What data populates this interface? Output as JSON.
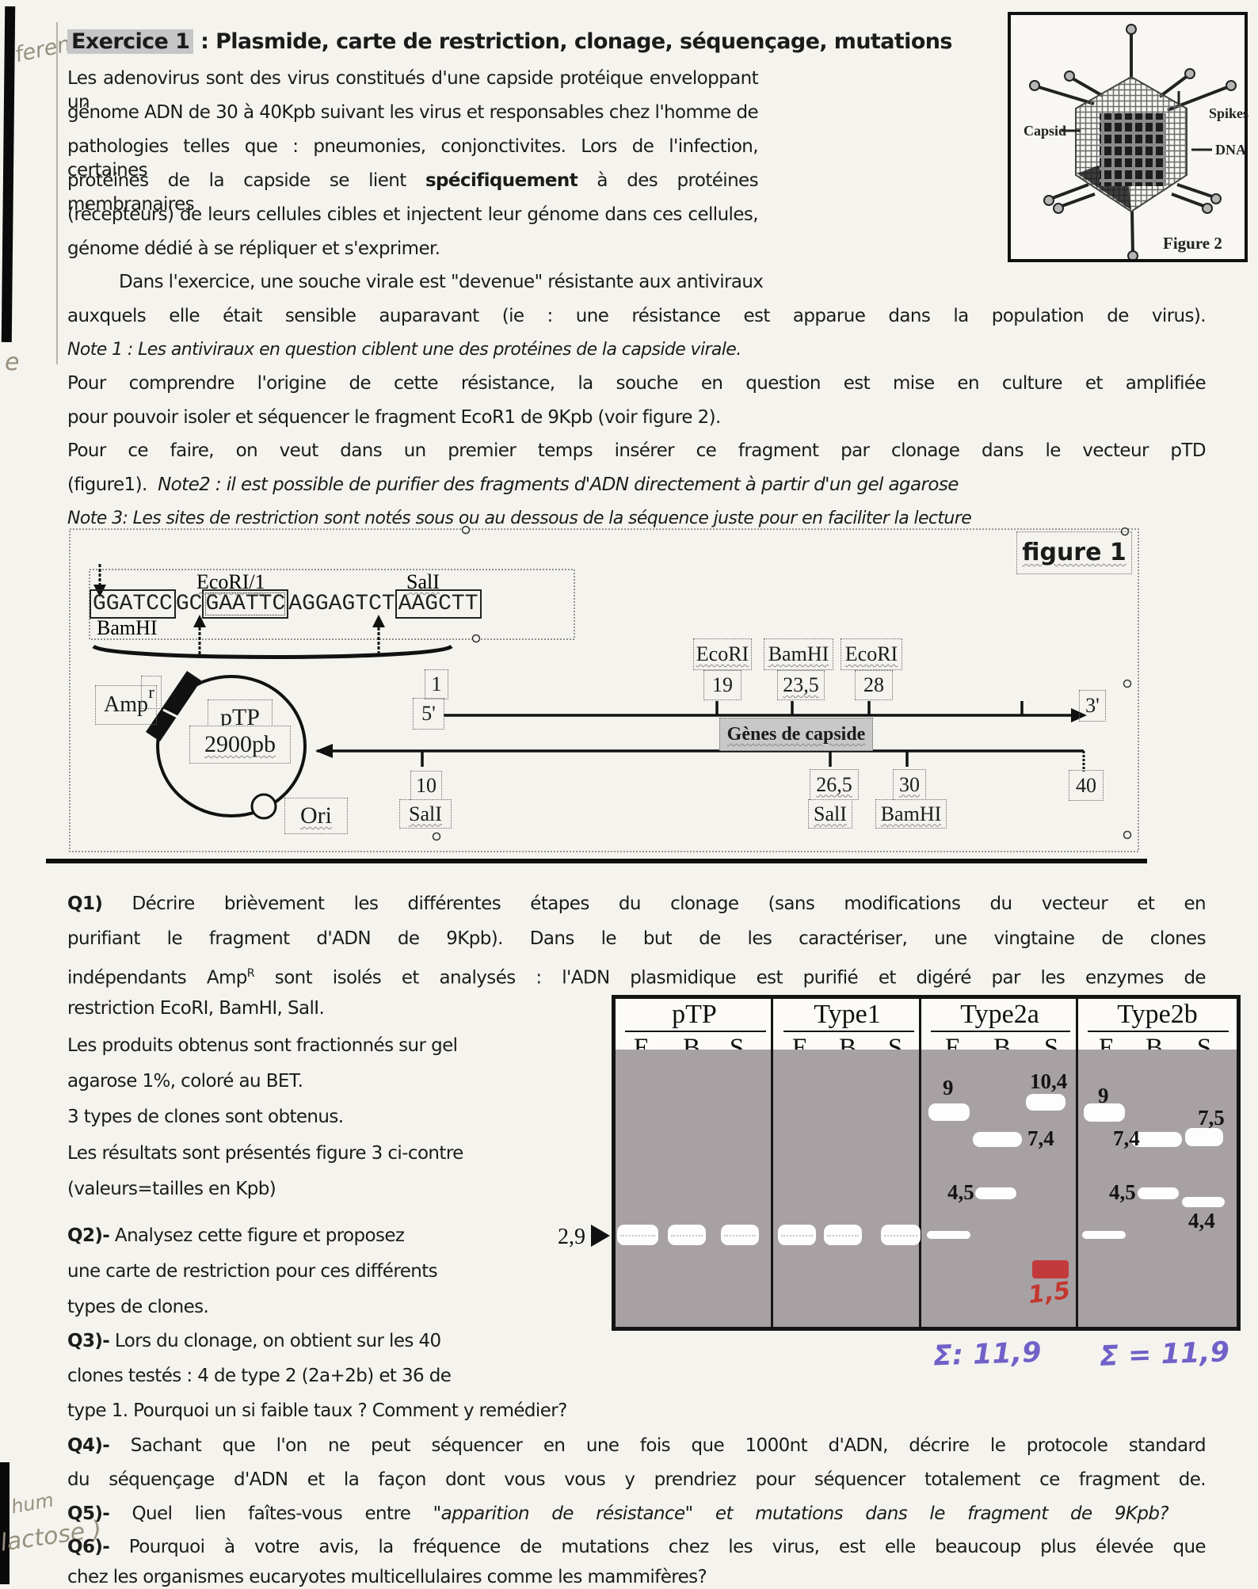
{
  "handwriting": {
    "top_left": "ferentes.",
    "left_edge": "e",
    "bottom_1": "hum",
    "bottom_2": "lactose )",
    "red_band_value": "1,5",
    "sum_2a": "Σ: 11,9",
    "sum_2b": "Σ = 11,9"
  },
  "title": [
    {
      "t": "Exercice 1",
      "b": true,
      "hl": true
    },
    {
      "t": " : Plasmide, carte de restriction, clonage, séquençage, mutations",
      "b": true
    }
  ],
  "intro": {
    "l1": [
      {
        "t": "Les adenovirus sont des virus constitués d'une capside protéique enveloppant un"
      }
    ],
    "l2": [
      {
        "t": "génome ADN de 30 à 40Kpb suivant les virus et responsables chez l'homme de"
      }
    ],
    "l3": [
      {
        "t": "pathologies telles que : pneumonies, conjonctivites. Lors de l'infection, certaines"
      }
    ],
    "l4": [
      {
        "t": "protéines de la capside se lient "
      },
      {
        "t": "spécifiquement",
        "b": true
      },
      {
        "t": " à des protéines membranaires"
      }
    ],
    "l5": [
      {
        "t": "(récepteurs) de leurs cellules cibles et injectent leur génome dans ces cellules,"
      }
    ],
    "l6": [
      {
        "t": "génome dédié à se répliquer et s'exprimer."
      }
    ]
  },
  "mid": {
    "l1": [
      {
        "t": "Dans l'exercice, une souche virale est \"devenue\" résistante aux antiviraux"
      }
    ],
    "l2": [
      {
        "t": "auxquels elle était sensible auparavant (ie : une résistance est apparue dans la population de virus)."
      }
    ],
    "l3": [
      {
        "t": "Note 1 : Les antiviraux en question ciblent une des protéines de la capside virale.",
        "i": true
      }
    ],
    "l4": [
      {
        "t": "Pour comprendre l'origine de cette résistance, la souche en question est mise en culture et amplifiée"
      }
    ],
    "l5": [
      {
        "t": "pour pouvoir isoler et séquencer le fragment EcoR1 de 9Kpb (voir figure 2)."
      }
    ],
    "l6": [
      {
        "t": "Pour ce faire, on veut dans un premier temps insérer ce fragment par clonage dans le vecteur pTD"
      }
    ],
    "l7": [
      {
        "t": "(figure1).  "
      },
      {
        "t": "Note2 : il est possible de purifier des fragments d'ADN directement à partir d'un gel agarose",
        "i": true
      }
    ],
    "l8": [
      {
        "t": "Note 3: Les sites de restriction sont notés sous ou au dessous de la séquence juste pour en faciliter la lecture",
        "i": true
      }
    ]
  },
  "figure2": {
    "capsid": "Capsid",
    "spikes": "Spikes",
    "dna": "DNA",
    "caption": "Figure 2"
  },
  "figure1": {
    "caption": "figure 1",
    "seq": {
      "bamhi": "GGATCC",
      "gc": "GC",
      "ecori": "GAATTC",
      "mid": "AGGAGTCT",
      "sali": "AAGCTT",
      "ecori_label": "EcoRI/1",
      "sali_label": "SalI",
      "bamhi_label": "BamHI"
    },
    "plasmid": {
      "amp": "Amp",
      "amp_sup": "r",
      "name": "pTP",
      "size": "2900pb",
      "ori": "Ori"
    },
    "map": {
      "start": "1",
      "five": "5'",
      "three": "3'",
      "top": [
        {
          "e": "EcoRI",
          "p": "19"
        },
        {
          "e": "BamHI",
          "p": "23,5"
        },
        {
          "e": "EcoRI",
          "p": "28"
        }
      ],
      "genes": "Gènes de capside",
      "bottom": [
        {
          "e": "SalI",
          "p": "10"
        },
        {
          "e": "SalI",
          "p": "26,5"
        },
        {
          "e": "BamHI",
          "p": "30"
        },
        {
          "e": "",
          "p": "40"
        }
      ]
    }
  },
  "q1": {
    "l1": [
      {
        "t": "Q1)",
        "b": true
      },
      {
        "t": "  Décrire brièvement les différentes étapes du clonage (sans modifications du vecteur et en"
      }
    ],
    "l2": [
      {
        "t": "purifiant le fragment d'ADN de 9Kpb). Dans le but de les caractériser, une vingtaine de clones"
      }
    ],
    "l3": [
      {
        "t": "indépendants Amp"
      },
      {
        "t": "R",
        "sup": true
      },
      {
        "t": " sont isolés et analysés : l'ADN plasmidique est purifié et digéré par les enzymes de"
      }
    ],
    "l4": [
      {
        "t": "restriction EcoRI, BamHI, SalI."
      }
    ]
  },
  "col": {
    "l1": [
      {
        "t": "Les produits obtenus sont fractionnés sur gel"
      }
    ],
    "l2": [
      {
        "t": "agarose 1%, coloré au BET."
      }
    ],
    "l3": [
      {
        "t": "3 types de clones sont obtenus."
      }
    ],
    "l4": [
      {
        "t": "Les résultats sont présentés figure 3 ci-contre"
      }
    ],
    "l5": [
      {
        "t": "(valeurs=tailles en Kpb)"
      }
    ]
  },
  "q2": {
    "l1": [
      {
        "t": "Q2)-",
        "b": true
      },
      {
        "t": " Analysez cette figure et proposez"
      }
    ],
    "l2": [
      {
        "t": "une carte de restriction pour ces différents"
      }
    ],
    "l3": [
      {
        "t": "types de clones."
      }
    ]
  },
  "q3": {
    "l1": [
      {
        "t": "Q3)-",
        "b": true
      },
      {
        "t": " Lors du clonage, on obtient sur les 40"
      }
    ],
    "l2": [
      {
        "t": "clones testés : 4 de type 2 (2a+2b) et 36 de"
      }
    ],
    "l3": [
      {
        "t": "type 1. Pourquoi un si faible taux ? Comment y remédier?"
      }
    ]
  },
  "q4": {
    "l1": [
      {
        "t": "Q4)-",
        "b": true
      },
      {
        "t": " Sachant que l'on ne peut séquencer en une fois que 1000nt d'ADN, décrire le protocole standard"
      }
    ],
    "l2": [
      {
        "t": "du séquençage d'ADN et la façon dont vous vous y prendriez pour séquencer totalement ce fragment de."
      }
    ]
  },
  "q5": {
    "l1": [
      {
        "t": "Q5)-",
        "b": true
      },
      {
        "t": " Quel lien faîtes-vous entre "
      },
      {
        "t": "\"apparition de résistance\"",
        "i": true
      },
      {
        "t": " et ",
        "i": true
      },
      {
        "t": "mutations dans le fragment de 9Kpb?",
        "i": true
      }
    ]
  },
  "q6": {
    "l1": [
      {
        "t": "Q6)-",
        "b": true
      },
      {
        "t": " Pourquoi à votre avis, la fréquence de mutations chez les virus, est elle beaucoup plus élevée que"
      }
    ],
    "l2": [
      {
        "t": "chez les organismes eucaryotes multicellulaires comme les mammifères?"
      }
    ]
  },
  "gel": {
    "groups": [
      {
        "name": "pTP",
        "lanes": [
          "E",
          "B",
          "S"
        ]
      },
      {
        "name": "Type1",
        "lanes": [
          "E",
          "B",
          "S"
        ]
      },
      {
        "name": "Type2a",
        "lanes": [
          "E",
          "B",
          "S"
        ]
      },
      {
        "name": "Type2b",
        "lanes": [
          "E",
          "B",
          "S"
        ]
      }
    ],
    "marker": "2,9",
    "band_sizes_kpb": {
      "pTP": {
        "E": [
          2.9
        ],
        "B": [
          2.9
        ],
        "S": [
          2.9
        ]
      },
      "Type1": {
        "E": [
          2.9
        ],
        "B": [
          2.9
        ],
        "S": [
          2.9
        ]
      },
      "Type2a": {
        "E": [
          9,
          2.9
        ],
        "B": [
          7.4,
          4.5
        ],
        "S": [
          10.4,
          1.5
        ]
      },
      "Type2b": {
        "E": [
          9,
          2.9
        ],
        "B": [
          7.4,
          4.5
        ],
        "S": [
          7.5,
          4.4
        ]
      }
    },
    "labels": {
      "v9": "9",
      "v104": "10,4",
      "v74": "7,4",
      "v75": "7,5",
      "v45": "4,5",
      "v44": "4,4",
      "v29": "2,9",
      "red": "1,5"
    }
  }
}
